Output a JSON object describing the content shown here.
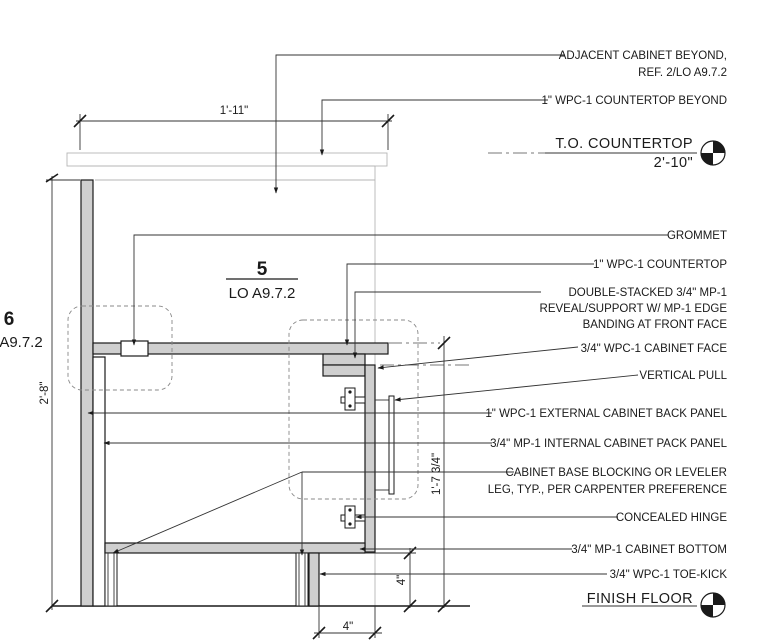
{
  "callouts": {
    "adjacent_cabinet_1": "ADJACENT CABINET BEYOND,",
    "adjacent_cabinet_2": "REF. 2/LO A9.7.2",
    "countertop_beyond": "1\" WPC-1 COUNTERTOP BEYOND",
    "grommet": "GROMMET",
    "countertop": "1\" WPC-1 COUNTERTOP",
    "double_stacked_1": "DOUBLE-STACKED 3/4\" MP-1",
    "double_stacked_2": "REVEAL/SUPPORT W/ MP-1 EDGE",
    "double_stacked_3": "BANDING AT FRONT FACE",
    "cabinet_face": "3/4\" WPC-1 CABINET FACE",
    "vertical_pull": "VERTICAL PULL",
    "external_back_panel": "1\" WPC-1 EXTERNAL CABINET BACK PANEL",
    "internal_pack_panel": "3/4\" MP-1 INTERNAL CABINET PACK PANEL",
    "base_blocking_1": "CABINET BASE BLOCKING OR LEVELER",
    "base_blocking_2": "LEG, TYP., PER CARPENTER PREFERENCE",
    "concealed_hinge": "CONCEALED HINGE",
    "cabinet_bottom": "3/4\" MP-1 CABINET BOTTOM",
    "toe_kick": "3/4\" WPC-1 TOE-KICK"
  },
  "levels": {
    "countertop_label": "T.O. COUNTERTOP",
    "countertop_elev": "2'-10\"",
    "floor_label": "FINISH FLOOR"
  },
  "dimensions": {
    "overall_width": "1'-11\"",
    "overall_height": "2'-8\"",
    "cabinet_height": "1'-7 3/4\"",
    "toe_height": "4\"",
    "toe_depth": "4\""
  },
  "detail_refs": {
    "right_number": "5",
    "right_sheet": "LO A9.7.2",
    "left_number": "6",
    "left_sheet": "A9.7.2"
  }
}
